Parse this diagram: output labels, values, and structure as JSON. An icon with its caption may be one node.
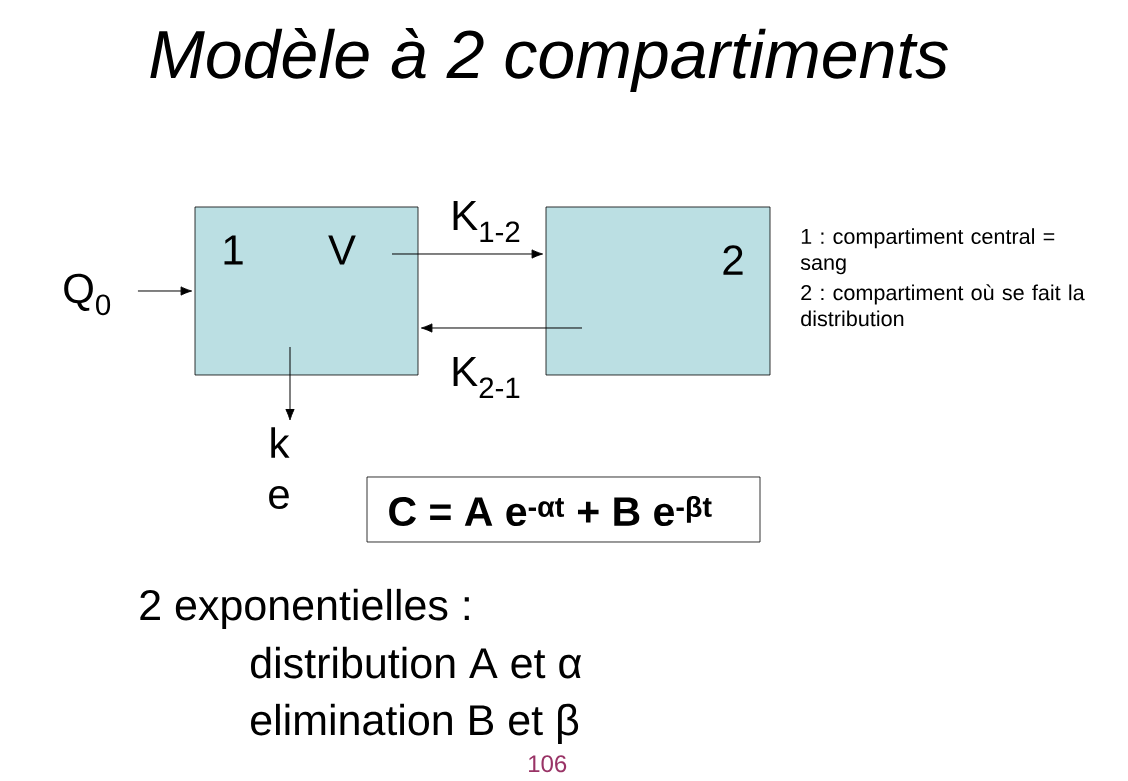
{
  "diagram": {
    "title": "Modèle à 2 compartiments",
    "nodes": [
      {
        "text": [
          "1",
          "V"
        ]
      },
      {
        "text": [
          "2"
        ]
      },
      {
        "text": [
          "Q$_{0}$"
        ]
      },
      {
        "text": [
          "k e"
        ]
      },
      {
        "text": [
          "C = A e$^{-αt}$ + B e$^{-βt}$"
        ]
      }
    ],
    "edges": [
      {
        "from": 2,
        "to": 0,
        "arrow": "to"
      },
      {
        "from": 0,
        "to": 1,
        "arrow": "to",
        "label": "K$_{1-2}$"
      },
      {
        "from": 1,
        "to": 0,
        "arrow": "to",
        "label": "K$_{2-1}$"
      },
      {
        "from": 0,
        "to": 3,
        "arrow": "to"
      }
    ],
    "labels": [
      "1 : compartiment central = sang",
      "2 : compartiment où se fait la distribution",
      "2 exponentielles :",
      "distribution A et α",
      "elimination B et β",
      "106"
    ]
  }
}
